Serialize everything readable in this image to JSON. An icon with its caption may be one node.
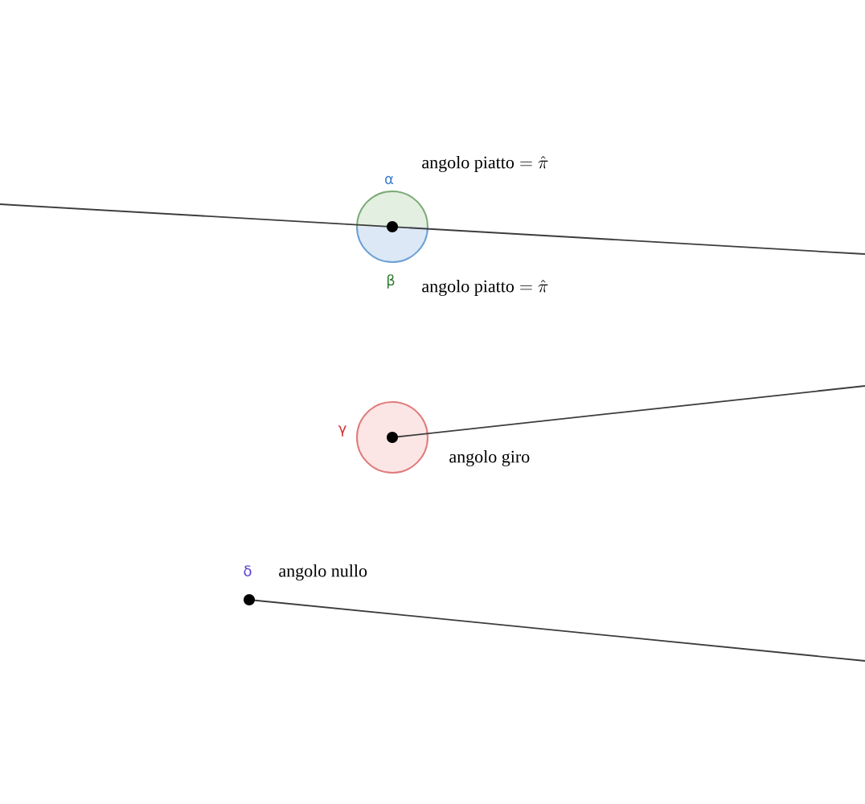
{
  "diagram": {
    "labels": [
      "α",
      "\\text{angolo piatto} = \\hat{\\pi}",
      "β",
      "\\text{angolo piatto} = \\hat{\\pi}",
      "γ",
      "angolo giro",
      "δ",
      "angolo nullo"
    ]
  }
}
